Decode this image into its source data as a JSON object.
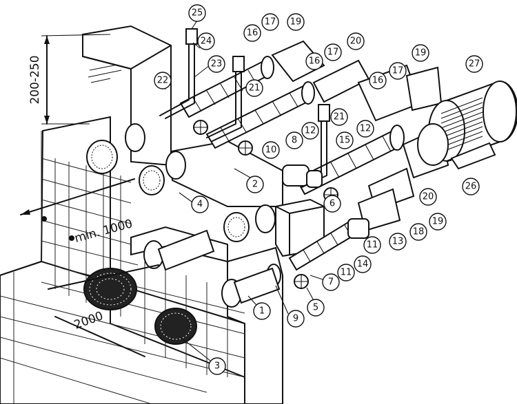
{
  "dimensions": {
    "height": "200-250",
    "min_distance": "min. 1000",
    "spacing": "2000"
  },
  "callouts": {
    "c1": "1",
    "c2": "2",
    "c3": "3",
    "c4": "4",
    "c5": "5",
    "c6": "6",
    "c7": "7",
    "c8": "8",
    "c9": "9",
    "c10": "10",
    "c11a": "11",
    "c11b": "11",
    "c12a": "12",
    "c12b": "12",
    "c13": "13",
    "c14": "14",
    "c15": "15",
    "c16a": "16",
    "c16b": "16",
    "c16c": "16",
    "c17a": "17",
    "c17b": "17",
    "c17c": "17",
    "c18": "18",
    "c19a": "19",
    "c19b": "19",
    "c19c": "19",
    "c20a": "20",
    "c20b": "20",
    "c21a": "21",
    "c21b": "21",
    "c22": "22",
    "c23": "23",
    "c24": "24",
    "c25": "25",
    "c26": "26",
    "c27": "27"
  }
}
